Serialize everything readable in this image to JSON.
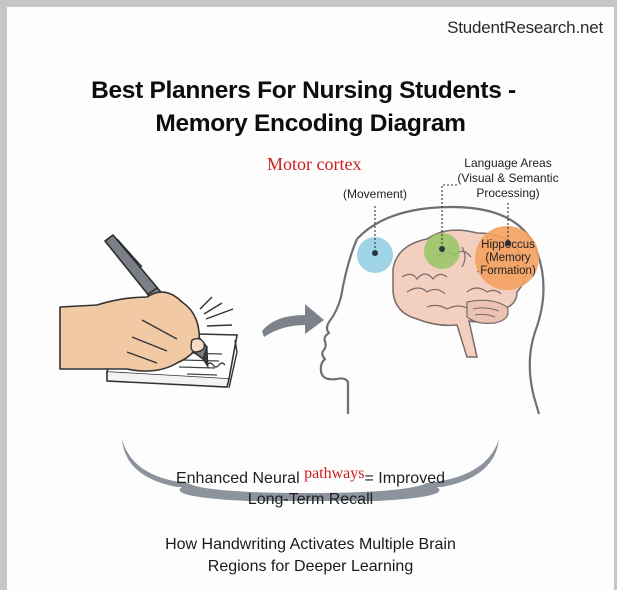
{
  "header": {
    "site_name": "StudentResearch.net"
  },
  "title": {
    "line1": "Best Planners For Nursing Students -",
    "line2": "Memory Encoding Diagram"
  },
  "labels": {
    "motor_cortex": "Motor cortex",
    "movement": "(Movement)",
    "language_line1": "Language Areas",
    "language_line2": "(Visual & Semantic",
    "language_line3": "Processing)",
    "hippo_line1": "Hippoccus",
    "hippo_line2": "(Memory",
    "hippo_line3": "Formation)"
  },
  "regions": [
    {
      "name": "motor-cortex",
      "color": "#8ecbe2"
    },
    {
      "name": "language-areas",
      "color": "#95c563"
    },
    {
      "name": "hippocampus",
      "color": "#f4a160"
    }
  ],
  "summary": {
    "part1": "Enhanced Neural ",
    "highlight": "pathways",
    "part2": "= Improved",
    "line2": "Long-Term Recall"
  },
  "caption": {
    "line1": "How Handwriting Activates Multiple Brain",
    "line2": "Regions for Deeper Learning"
  },
  "colors": {
    "accent_red": "#cc1f1f",
    "arrow_gray": "#7d8189",
    "skin": "#f1c9a5",
    "brain": "#f3cfc0"
  }
}
